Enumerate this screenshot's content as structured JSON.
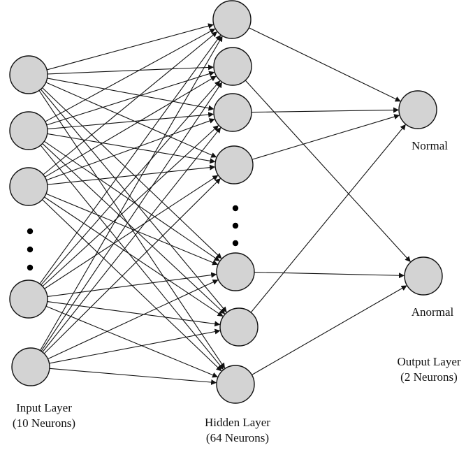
{
  "colors": {
    "neuron_fill": "#d3d3d3",
    "neuron_stroke": "#111111",
    "edge": "#111111",
    "text": "#111111"
  },
  "network": {
    "input_visible_neurons": 5,
    "hidden_visible_neurons": 7,
    "output_neurons": 2
  },
  "labels": {
    "input_layer_title": "Input Layer",
    "input_layer_count": "(10 Neurons)",
    "hidden_layer_title": "Hidden Layer",
    "hidden_layer_count": "(64 Neurons)",
    "output_layer_title": "Output Layer",
    "output_layer_count": "(2 Neurons)",
    "output_normal": "Normal",
    "output_anormal": "Anormal"
  }
}
